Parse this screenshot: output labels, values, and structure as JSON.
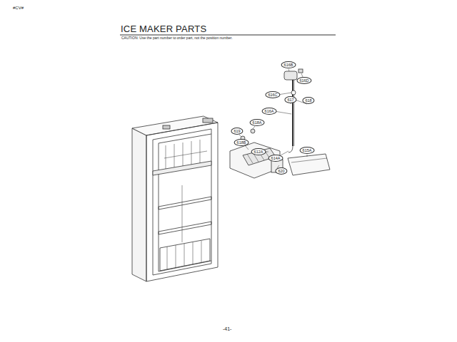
{
  "diagram": {
    "title": "ICE MAKER PARTS",
    "labels": [
      "#CV#",
      "CAUTION: Use the part number to order part, not the position number.",
      "616B",
      "616D",
      "616C",
      "616A",
      "617",
      "618",
      "619",
      "618A",
      "618B",
      "612A",
      "614A",
      "615A",
      "620",
      "-41-"
    ]
  }
}
